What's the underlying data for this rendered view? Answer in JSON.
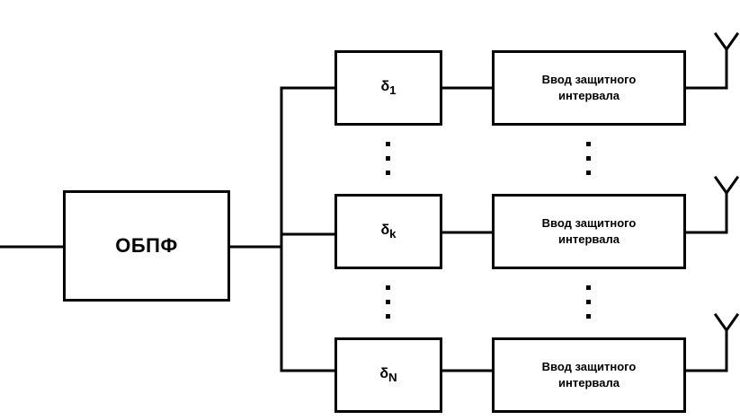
{
  "main_block": {
    "label": "ОБПФ"
  },
  "delay_blocks": [
    {
      "symbol": "δ",
      "subscript": "1"
    },
    {
      "symbol": "δ",
      "subscript": "k"
    },
    {
      "symbol": "δ",
      "subscript": "N"
    }
  ],
  "guard_blocks": [
    {
      "line1": "Ввод защитного",
      "line2": "интервала"
    },
    {
      "line1": "Ввод защитного",
      "line2": "интервала"
    },
    {
      "line1": "Ввод защитного",
      "line2": "интервала"
    }
  ]
}
